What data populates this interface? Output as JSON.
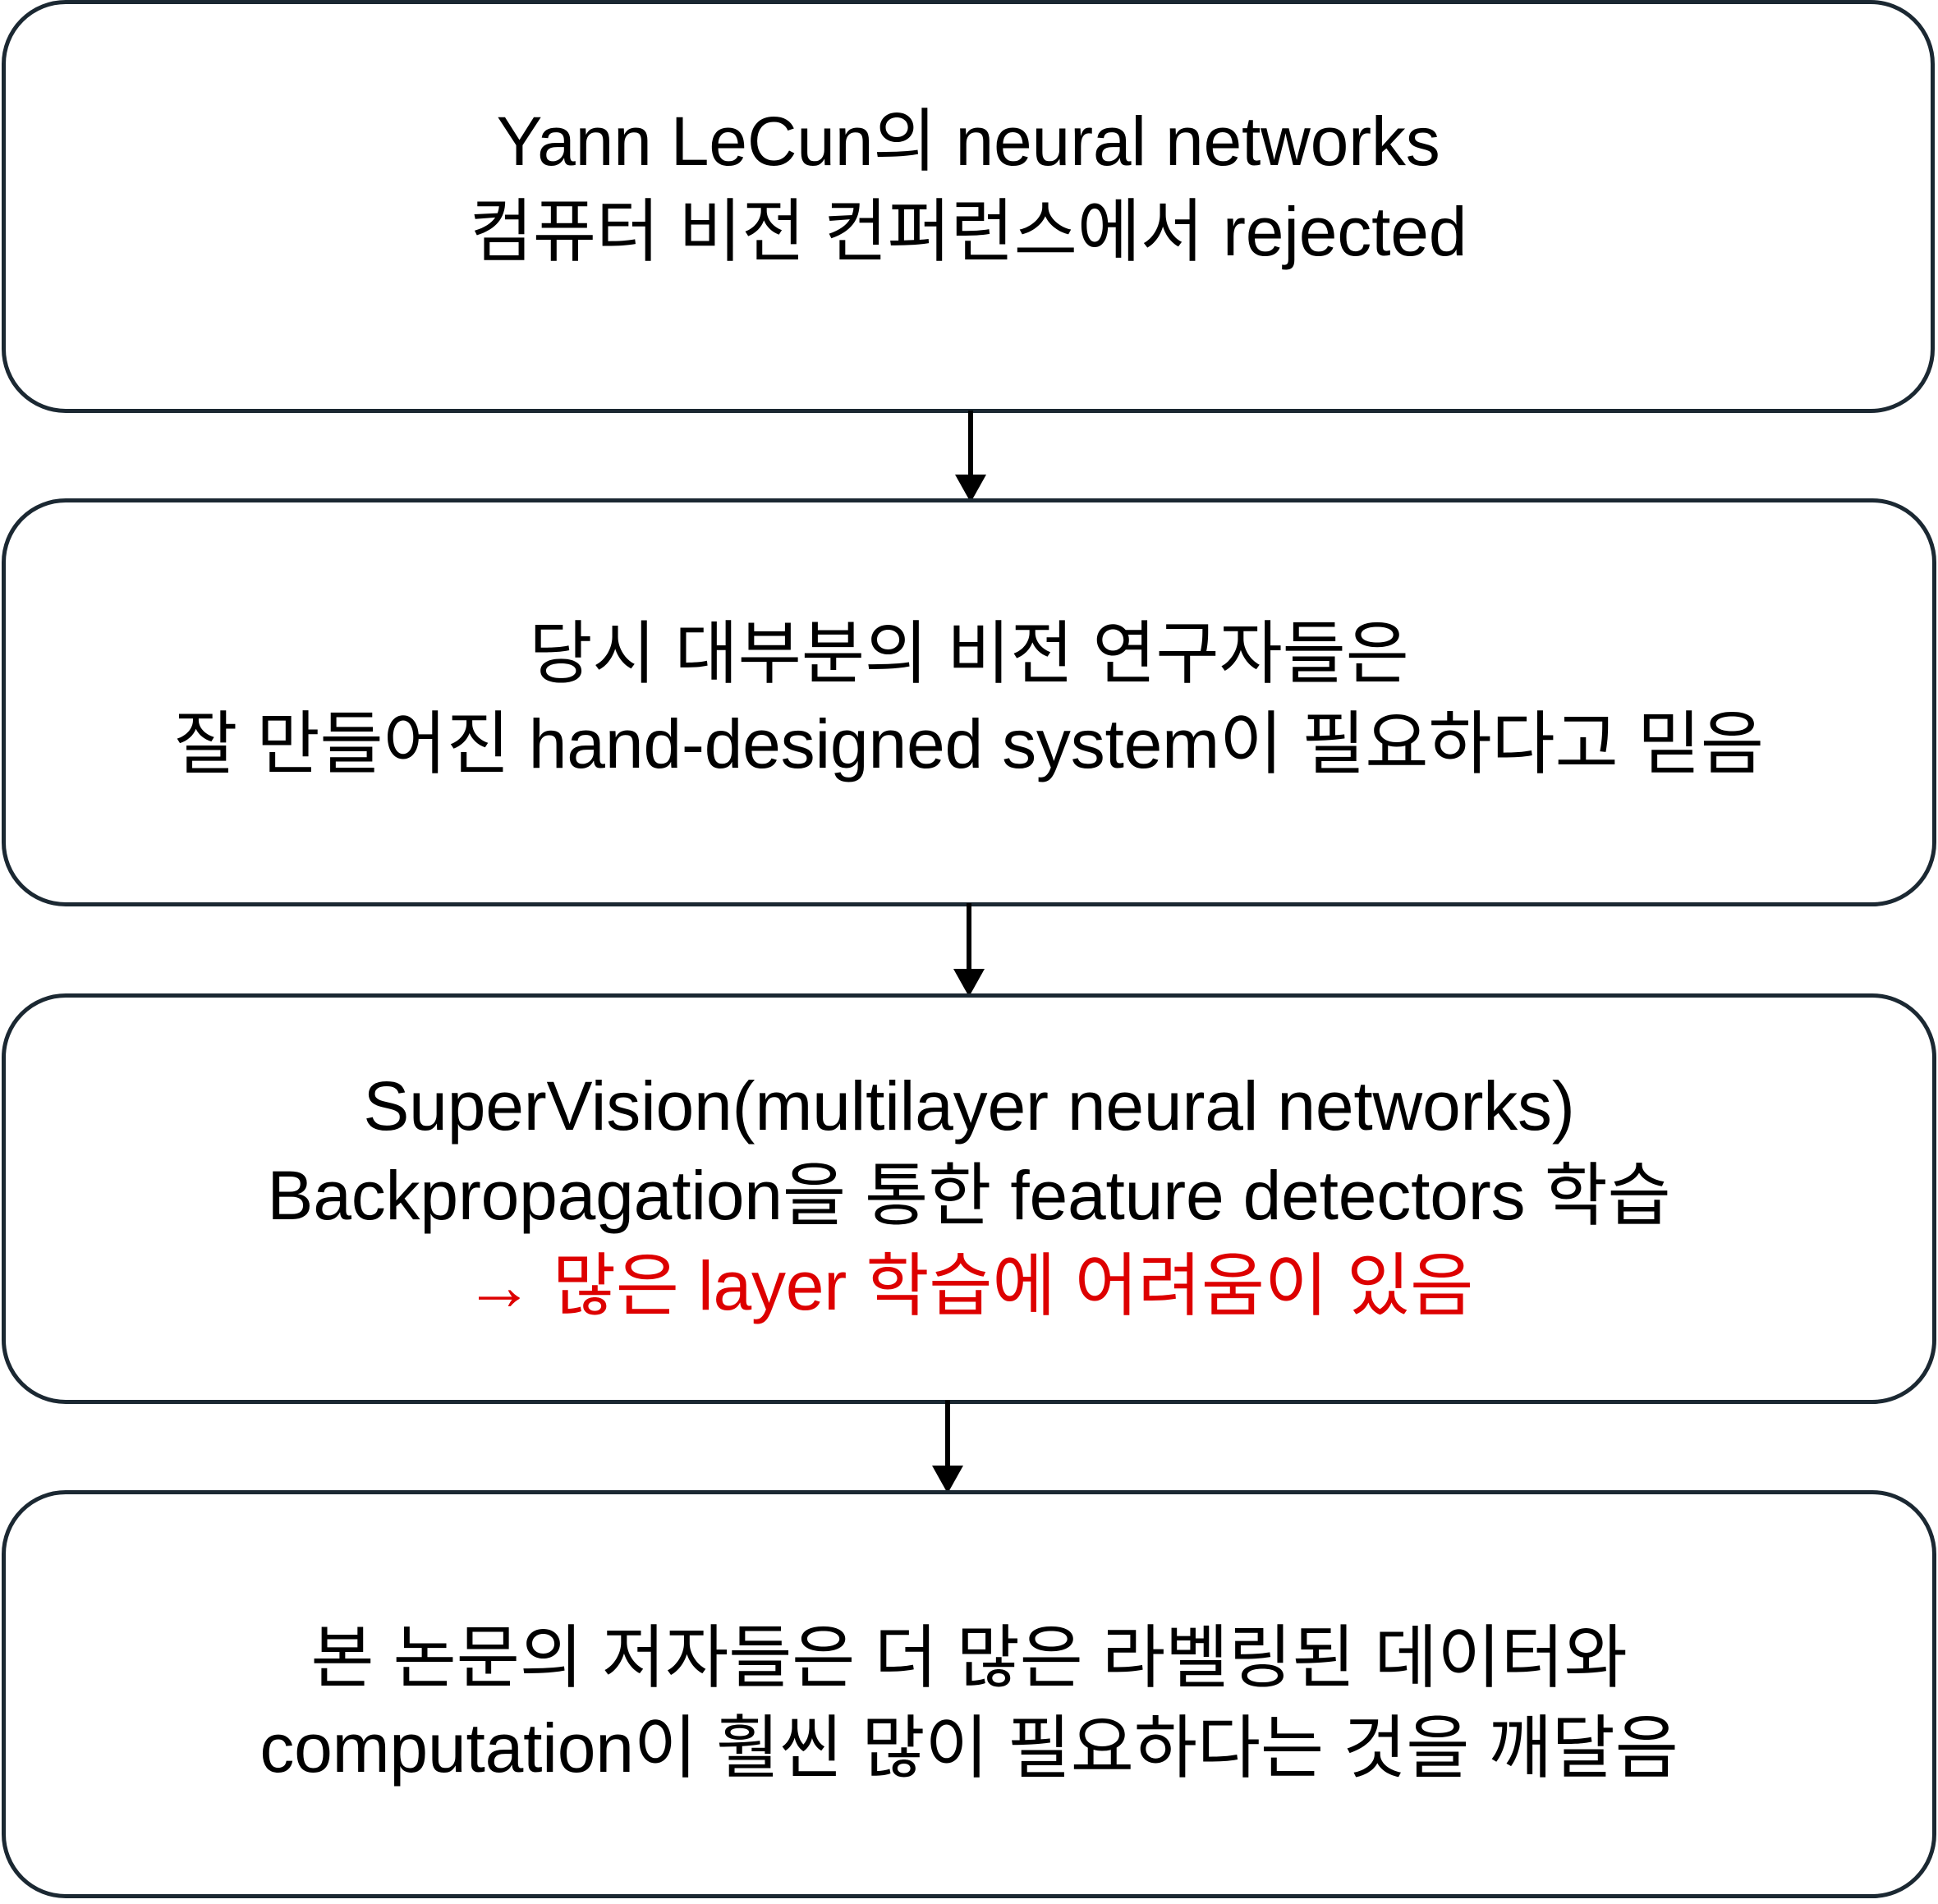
{
  "diagram": {
    "title": "Yann LeCun neural networks history flowchart",
    "colors": {
      "box_border": "#1b2832",
      "text": "#000000",
      "highlight": "#dd0000",
      "background": "#ffffff",
      "arrow": "#000000"
    },
    "nodes": [
      {
        "id": "node-1",
        "lines": [
          {
            "text": "Yann LeCun의 neural networks",
            "color": "#000000"
          },
          {
            "text": "컴퓨터 비전 컨퍼런스에서 rejected",
            "color": "#000000"
          }
        ]
      },
      {
        "id": "node-2",
        "lines": [
          {
            "text": "당시 대부분의 비전 연구자들은",
            "color": "#000000"
          },
          {
            "text": "잘 만들어진 hand-designed system이 필요하다고 믿음",
            "color": "#000000"
          }
        ]
      },
      {
        "id": "node-3",
        "lines": [
          {
            "text": "SuperVision(multilayer neural networks)",
            "color": "#000000"
          },
          {
            "text": "Backpropagation을 통한 feature detectors 학습",
            "color": "#000000"
          },
          {
            "text": "→ 많은 layer 학습에 어려움이 있음",
            "color": "#dd0000"
          }
        ]
      },
      {
        "id": "node-4",
        "lines": [
          {
            "text": "본 논문의 저자들은 더 많은 라벨링된 데이터와",
            "color": "#000000"
          },
          {
            "text": "computation이 훨씬 많이 필요하다는 것을 깨달음",
            "color": "#000000"
          }
        ]
      }
    ],
    "connectors": [
      {
        "id": "connector-1-2",
        "from": "node-1",
        "to": "node-2",
        "kind": "down-arrow"
      },
      {
        "id": "connector-2-3",
        "from": "node-2",
        "to": "node-3",
        "kind": "down-arrow"
      },
      {
        "id": "connector-3-4",
        "from": "node-3",
        "to": "node-4",
        "kind": "down-arrow"
      }
    ]
  }
}
